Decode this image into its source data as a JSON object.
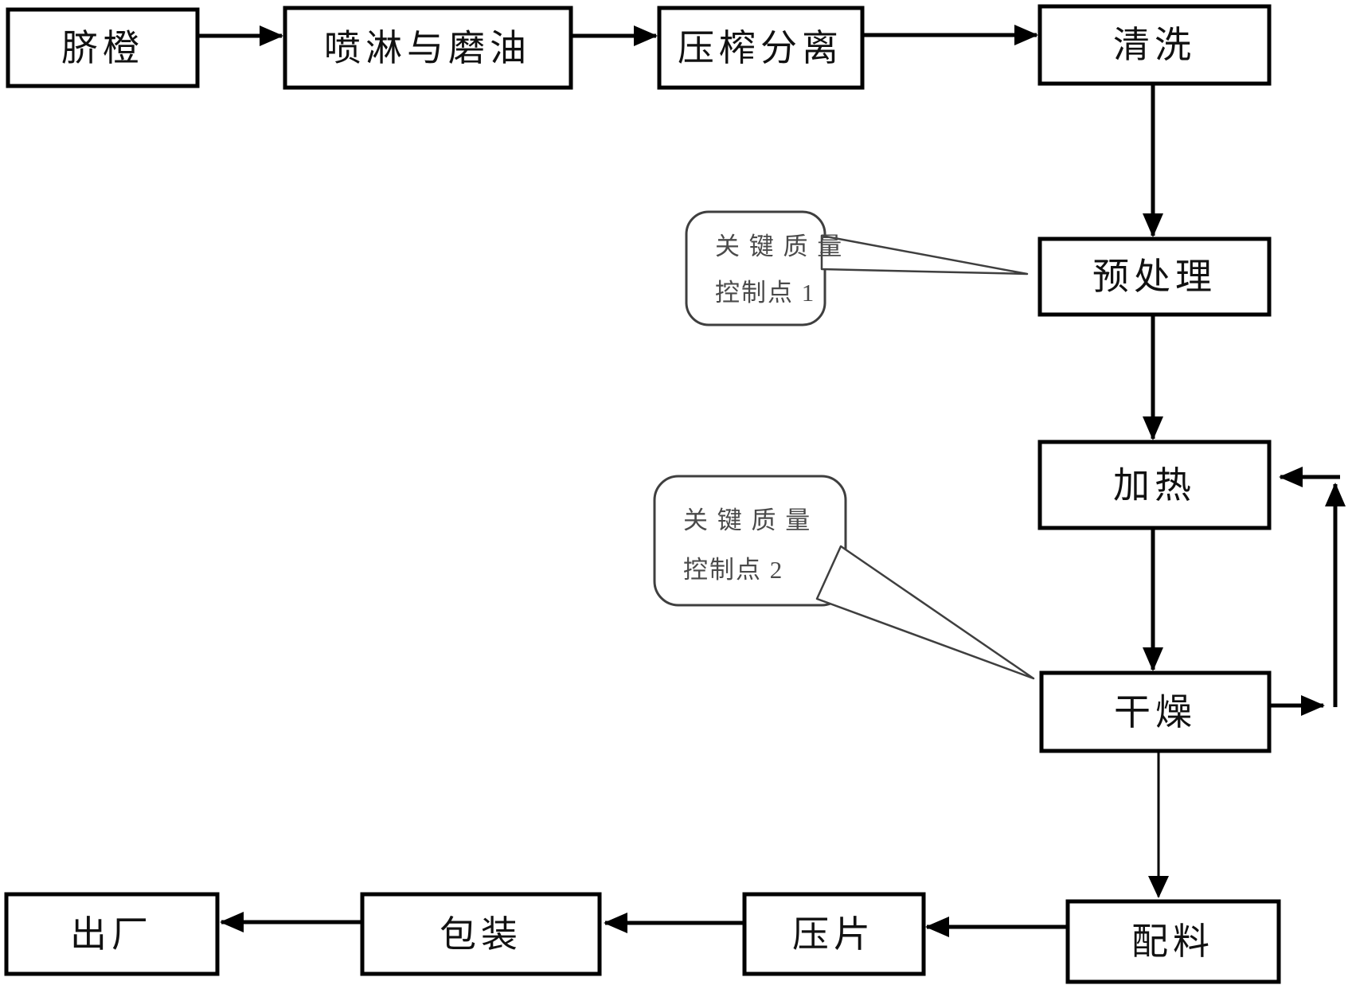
{
  "diagram": {
    "title": "process-flowchart",
    "colors": {
      "line": "#000000",
      "callout_border": "#3f3f3f",
      "callout_text": "#4a4a4a",
      "box_text": "#111111",
      "background": "#ffffff"
    },
    "nodes": [
      {
        "key": "navel-orange",
        "label": "脐橙"
      },
      {
        "key": "spray-oil-grinding",
        "label": "喷淋与磨油"
      },
      {
        "key": "press-separation",
        "label": "压榨分离"
      },
      {
        "key": "washing",
        "label": "清洗"
      },
      {
        "key": "pretreatment",
        "label": "预处理"
      },
      {
        "key": "heating",
        "label": "加热"
      },
      {
        "key": "drying",
        "label": "干燥"
      },
      {
        "key": "ingredient-mixing",
        "label": "配料"
      },
      {
        "key": "tablet-pressing",
        "label": "压片"
      },
      {
        "key": "packaging",
        "label": "包装"
      },
      {
        "key": "factory-release",
        "label": "出厂"
      }
    ],
    "callouts": [
      {
        "key": "critical-quality-control-point-1",
        "line1": "关 键 质 量",
        "line2": "控制点 1"
      },
      {
        "key": "critical-quality-control-point-2",
        "line1": "关 键 质 量",
        "line2": "控制点 2"
      }
    ]
  }
}
